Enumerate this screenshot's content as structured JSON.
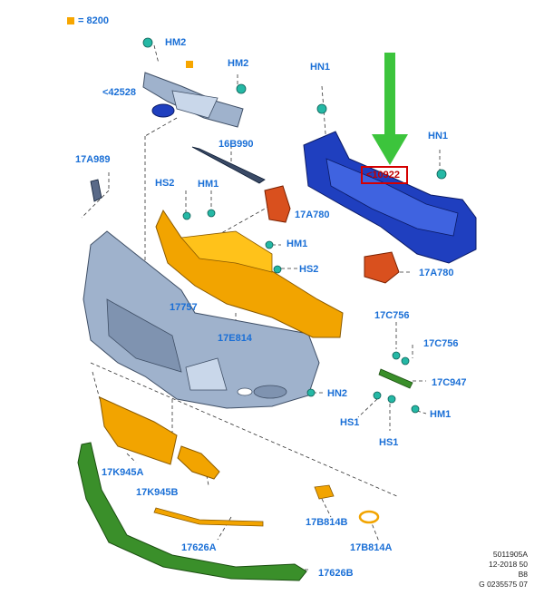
{
  "legend": {
    "equals_label": "= 8200",
    "swatch_color": "#f7a600"
  },
  "labels": {
    "hm2_grille": "HM2",
    "hm2_top": "HM2",
    "badge_ref": "<42528",
    "hn1_top": "HN1",
    "hn1_right": "HN1",
    "ref_10922": "<10922",
    "p16b990": "16B990",
    "p17a989": "17A989",
    "hs2_left": "HS2",
    "hm1_left": "HM1",
    "p17a780_upper": "17A780",
    "hm1_mid": "HM1",
    "hs2_mid": "HS2",
    "p17a780_lower": "17A780",
    "p17757": "17757",
    "p17e814": "17E814",
    "p17c756_a": "17C756",
    "p17c756_b": "17C756",
    "p17c947": "17C947",
    "hn2": "HN2",
    "hs1_a": "HS1",
    "hm1_low": "HM1",
    "hs1_b": "HS1",
    "p17k945a": "17K945A",
    "p17k945b": "17K945B",
    "p17b814b": "17B814B",
    "p17b814a": "17B814A",
    "p17626a": "17626A",
    "p17626b": "17626B"
  },
  "colors": {
    "label_blue": "#1a6fd6",
    "highlight_red": "#d40000",
    "arrow_green": "#3cc43c",
    "bumper_grey": "#9fb2cc",
    "reinforcement_blue": "#1f3fbf",
    "bracket_orange": "#f2a400",
    "lip_green": "#3a8f2a",
    "clip_teal": "#25b8a5",
    "bracket_red": "#d9501e"
  },
  "footer": {
    "line1": "5011905A",
    "line2": "12-2018 50",
    "line3": "B8",
    "line4": "G 0235575 07"
  }
}
